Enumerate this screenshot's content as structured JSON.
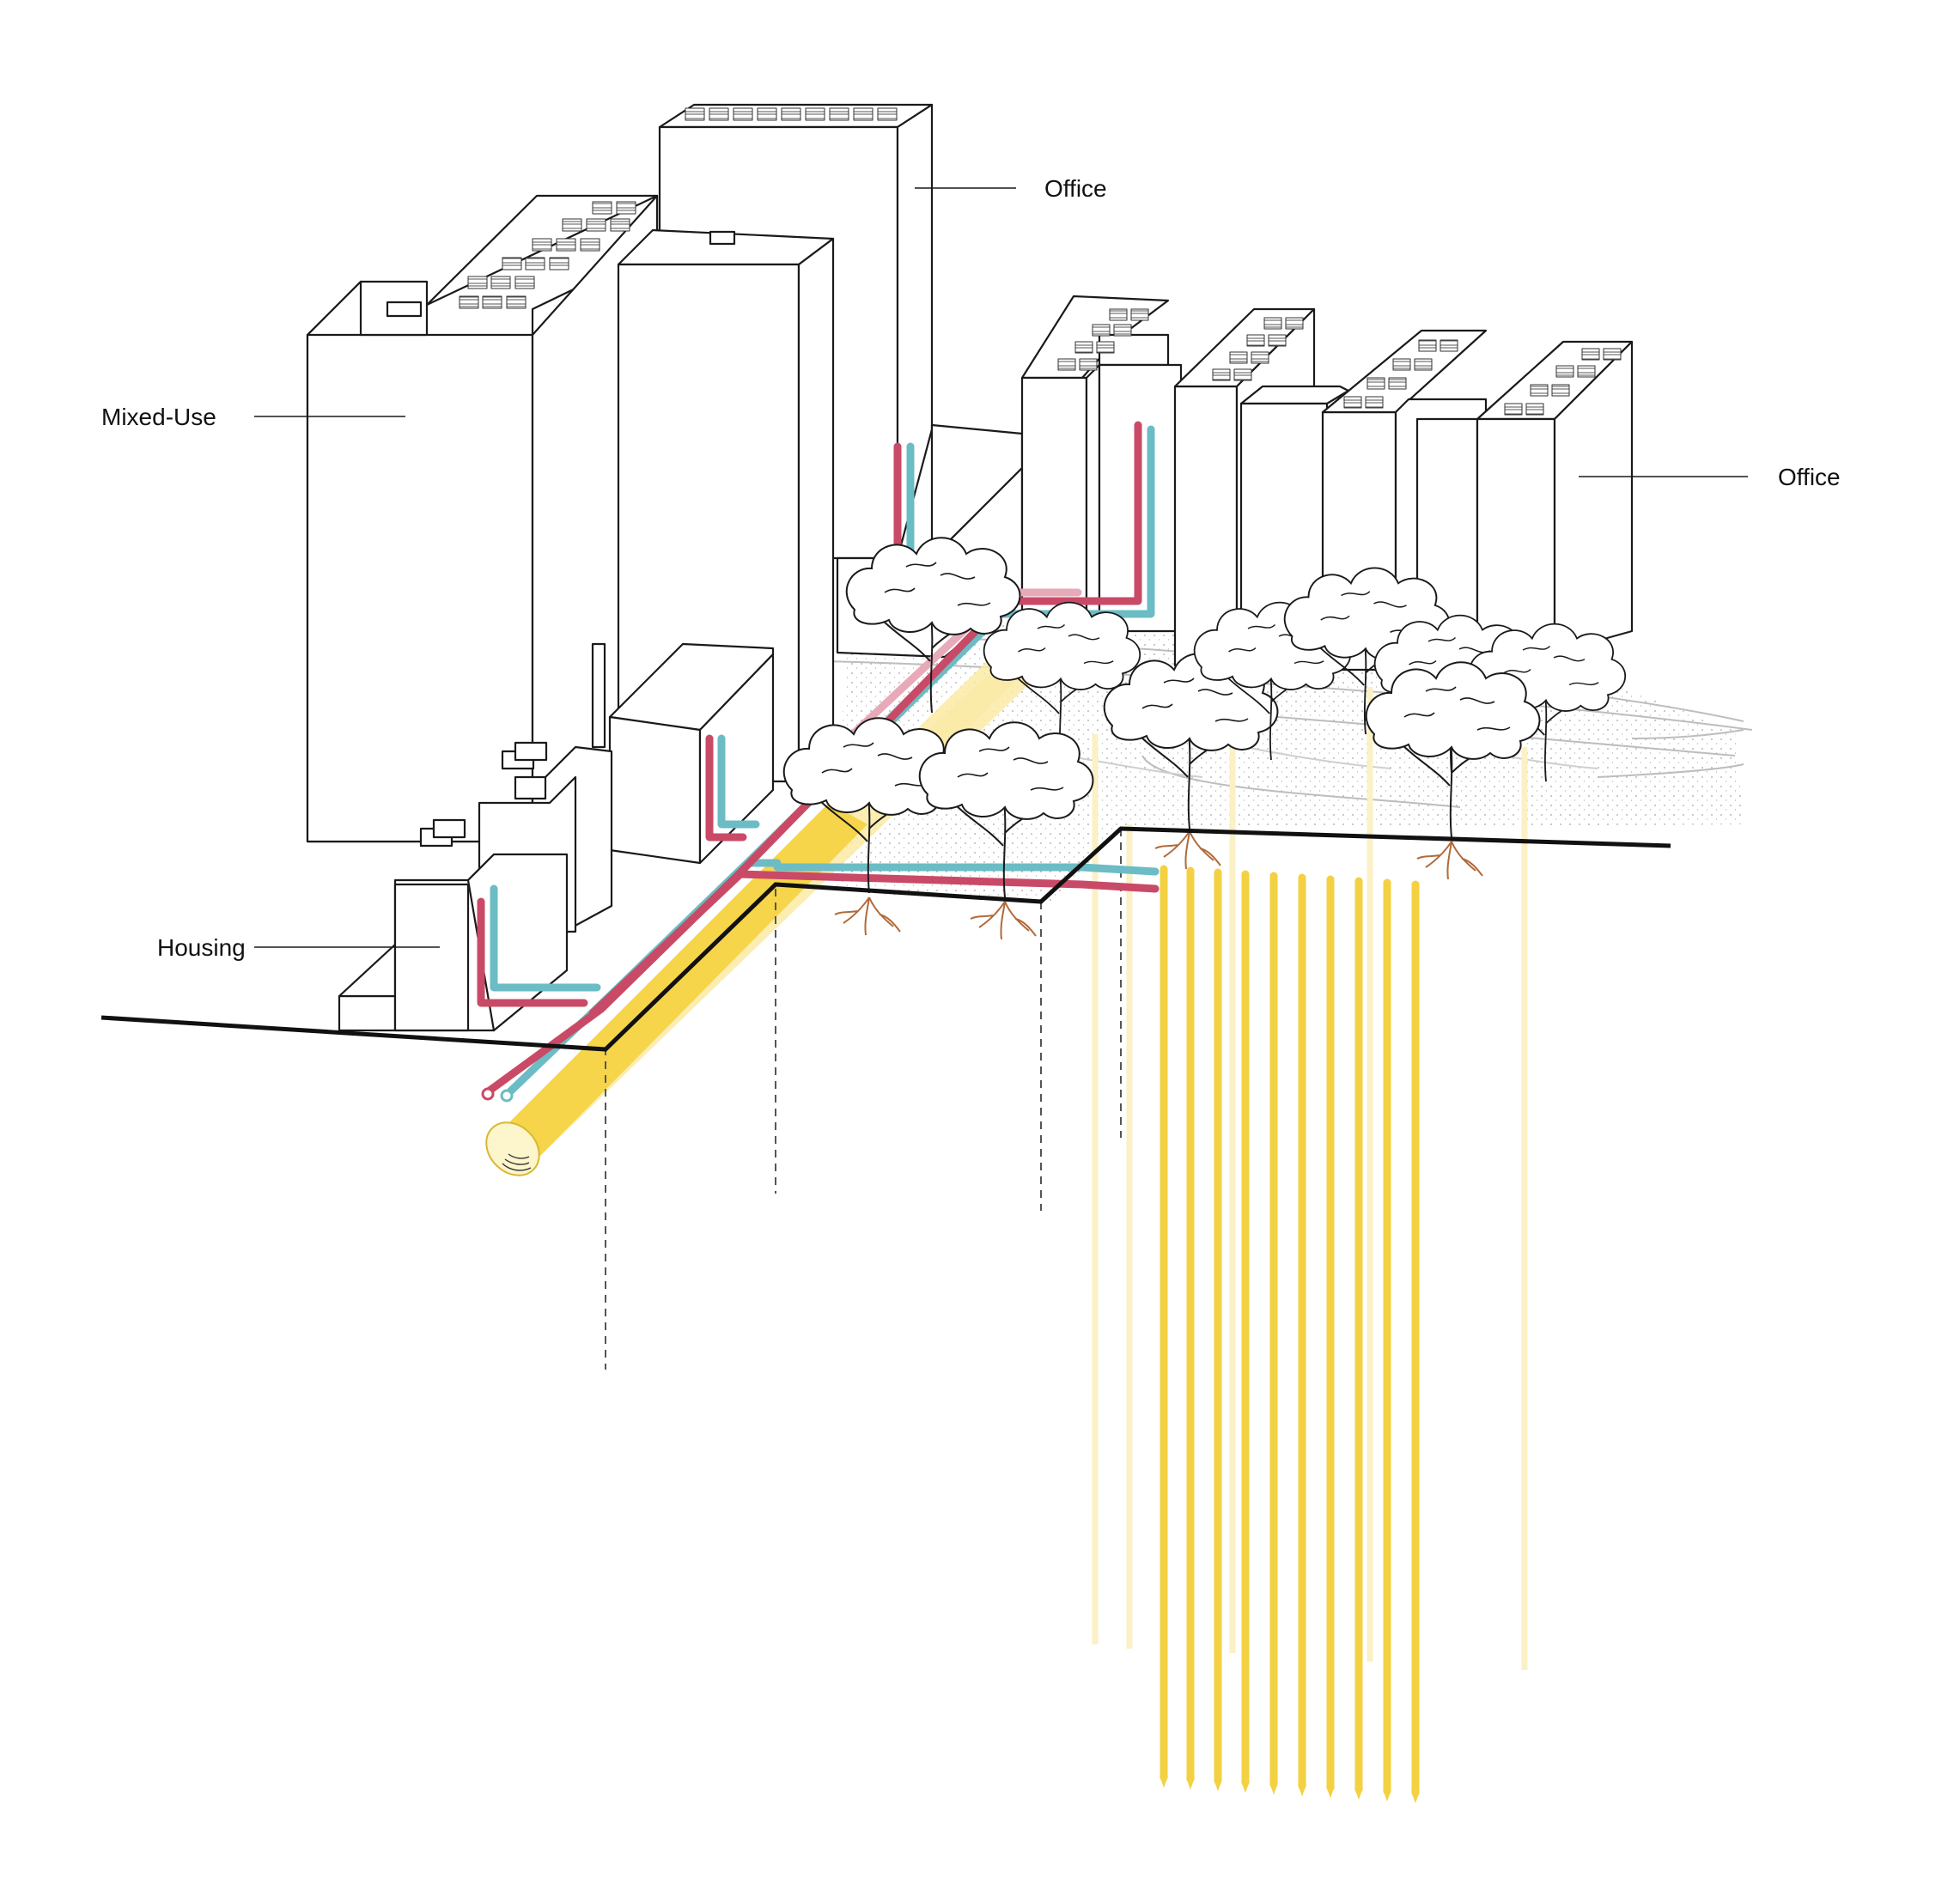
{
  "diagram": {
    "labels": {
      "office_top": "Office",
      "mixed_use": "Mixed-Use",
      "office_right": "Office",
      "housing": "Housing"
    },
    "colors": {
      "line": "#1a1a1a",
      "ground": "#111111",
      "pipe_red": "#c94a67",
      "pipe_red_light": "#e8a9b8",
      "pipe_teal": "#6bbcc4",
      "pipe_teal_light": "#b5dde1",
      "tunnel_yellow": "#f6d54a",
      "tunnel_yellow_light": "#fbeaa5",
      "pile_yellow": "#f3d142",
      "pile_pale": "#fbf0c6",
      "root": "#b06a3a",
      "paving": "#bdbdbd"
    }
  }
}
